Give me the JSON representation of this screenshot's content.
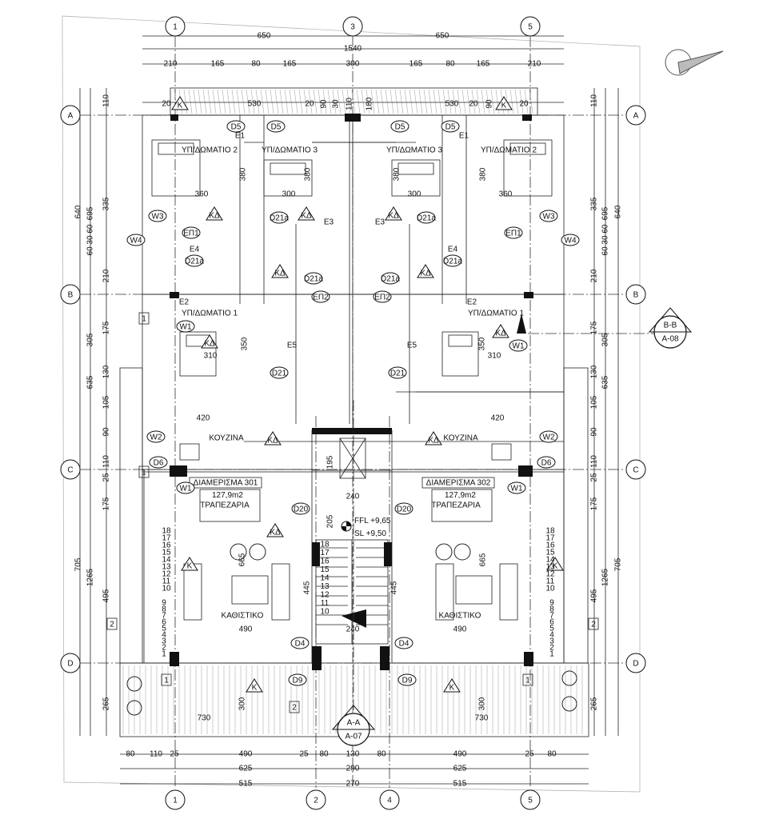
{
  "grid": {
    "top_columns": [
      "1",
      "3",
      "5"
    ],
    "bottom_columns": [
      "1",
      "2",
      "4",
      "5"
    ],
    "rows": [
      "A",
      "B",
      "C",
      "D"
    ]
  },
  "dimensions": {
    "top_overall": [
      "650",
      "650"
    ],
    "top_total": "1540",
    "top_row": [
      "210",
      "165",
      "80",
      "165",
      "300",
      "165",
      "80",
      "165",
      "210"
    ],
    "top_balcony": [
      "20",
      "530",
      "20",
      "90",
      "30",
      "110",
      "180",
      "530",
      "20",
      "90",
      "20"
    ],
    "bottom_row1": [
      "80",
      "110",
      "25",
      "490",
      "25",
      "80",
      "130",
      "80",
      "490",
      "25",
      "80"
    ],
    "bottom_row2": [
      "625",
      "290",
      "625"
    ],
    "bottom_row3": [
      "515",
      "270",
      "515"
    ],
    "left_inner": [
      "110",
      "335",
      "210",
      "175",
      "130",
      "105",
      "90",
      "110",
      "25",
      "175",
      "495",
      "265"
    ],
    "left_mid": [
      "695",
      "60 30 60",
      "305",
      "635",
      "1265"
    ],
    "left_outer": [
      "640",
      "705"
    ],
    "right_inner": [
      "110",
      "335",
      "210",
      "175",
      "130",
      "105",
      "90",
      "110",
      "25",
      "175",
      "495",
      "265"
    ],
    "right_mid": [
      "695",
      "60 30 60",
      "305",
      "635",
      "1265"
    ],
    "right_outer": [
      "640",
      "705"
    ],
    "interior": [
      "380",
      "380",
      "380",
      "380",
      "360",
      "360",
      "300",
      "300",
      "310",
      "310",
      "420",
      "420",
      "490",
      "490",
      "445",
      "445",
      "665",
      "665",
      "240",
      "240",
      "300",
      "300",
      "730",
      "730",
      "195",
      "205",
      "350",
      "350"
    ]
  },
  "rooms": {
    "bedroom2_left": "ΥΠ/ΔΩΜΑΤΙΟ 2",
    "bedroom3_left": "ΥΠ/ΔΩΜΑΤΙΟ 3",
    "bedroom3_right": "ΥΠ/ΔΩΜΑΤΙΟ 3",
    "bedroom2_right": "ΥΠ/ΔΩΜΑΤΙΟ 2",
    "bedroom1_left": "ΥΠ/ΔΩΜΑΤΙΟ 1",
    "bedroom1_right": "ΥΠ/ΔΩΜΑΤΙΟ 1",
    "kitchen_left": "ΚΟΥΖΙΝΑ",
    "kitchen_right": "ΚΟΥΖΙΝΑ",
    "dining_left": "ΤΡΑΠΕΖΑΡΙΑ",
    "dining_right": "ΤΡΑΠΕΖΑΡΙΑ",
    "living_left": "ΚΑΘΙΣΤΙΚΟ",
    "living_right": "ΚΑΘΙΣΤΙΚΟ"
  },
  "apartments": [
    {
      "name": "ΔΙΑΜΕΡΙΣΜΑ 301",
      "area": "127,9m2"
    },
    {
      "name": "ΔΙΑΜΕΡΙΣΜΑ 302",
      "area": "127,9m2"
    }
  ],
  "tags": [
    "D5",
    "D5",
    "D5",
    "D5",
    "W3",
    "W3",
    "W4",
    "W4",
    "D21a",
    "D21a",
    "D21a",
    "D21a",
    "D21a",
    "D21a",
    "W1",
    "W1",
    "D21",
    "D21",
    "W2",
    "W2",
    "D6",
    "D6",
    "W1",
    "W1",
    "D20",
    "D20",
    "D4",
    "D4",
    "D9",
    "D9",
    "E1",
    "E1",
    "E2",
    "E2",
    "E3",
    "E3",
    "E4",
    "E4",
    "E5",
    "E5",
    "ΕΠ1",
    "ΕΠ1",
    "ΕΠ2",
    "ΕΠ2",
    "KΔ",
    "KΔ",
    "KΔ",
    "KΔ",
    "KΔ",
    "KΔ",
    "KΔ",
    "KΔ",
    "KΔ",
    "KΔ",
    "K",
    "K",
    "K",
    "K",
    "K",
    "K"
  ],
  "stairs": {
    "left_steps": [
      "18",
      "17",
      "16",
      "15",
      "14",
      "13",
      "12",
      "11",
      "10"
    ],
    "right_steps": [
      "1",
      "2",
      "3",
      "4",
      "5",
      "6",
      "7",
      "8",
      "9"
    ]
  },
  "level": {
    "ffl": "FFL +9,65",
    "sl": "SL +9,50"
  },
  "sections": [
    {
      "name": "B-B",
      "sheet": "A-08"
    },
    {
      "name": "A-A",
      "sheet": "A-07"
    }
  ],
  "markers": [
    "1",
    "1",
    "2",
    "2",
    "2",
    "1",
    "1"
  ]
}
